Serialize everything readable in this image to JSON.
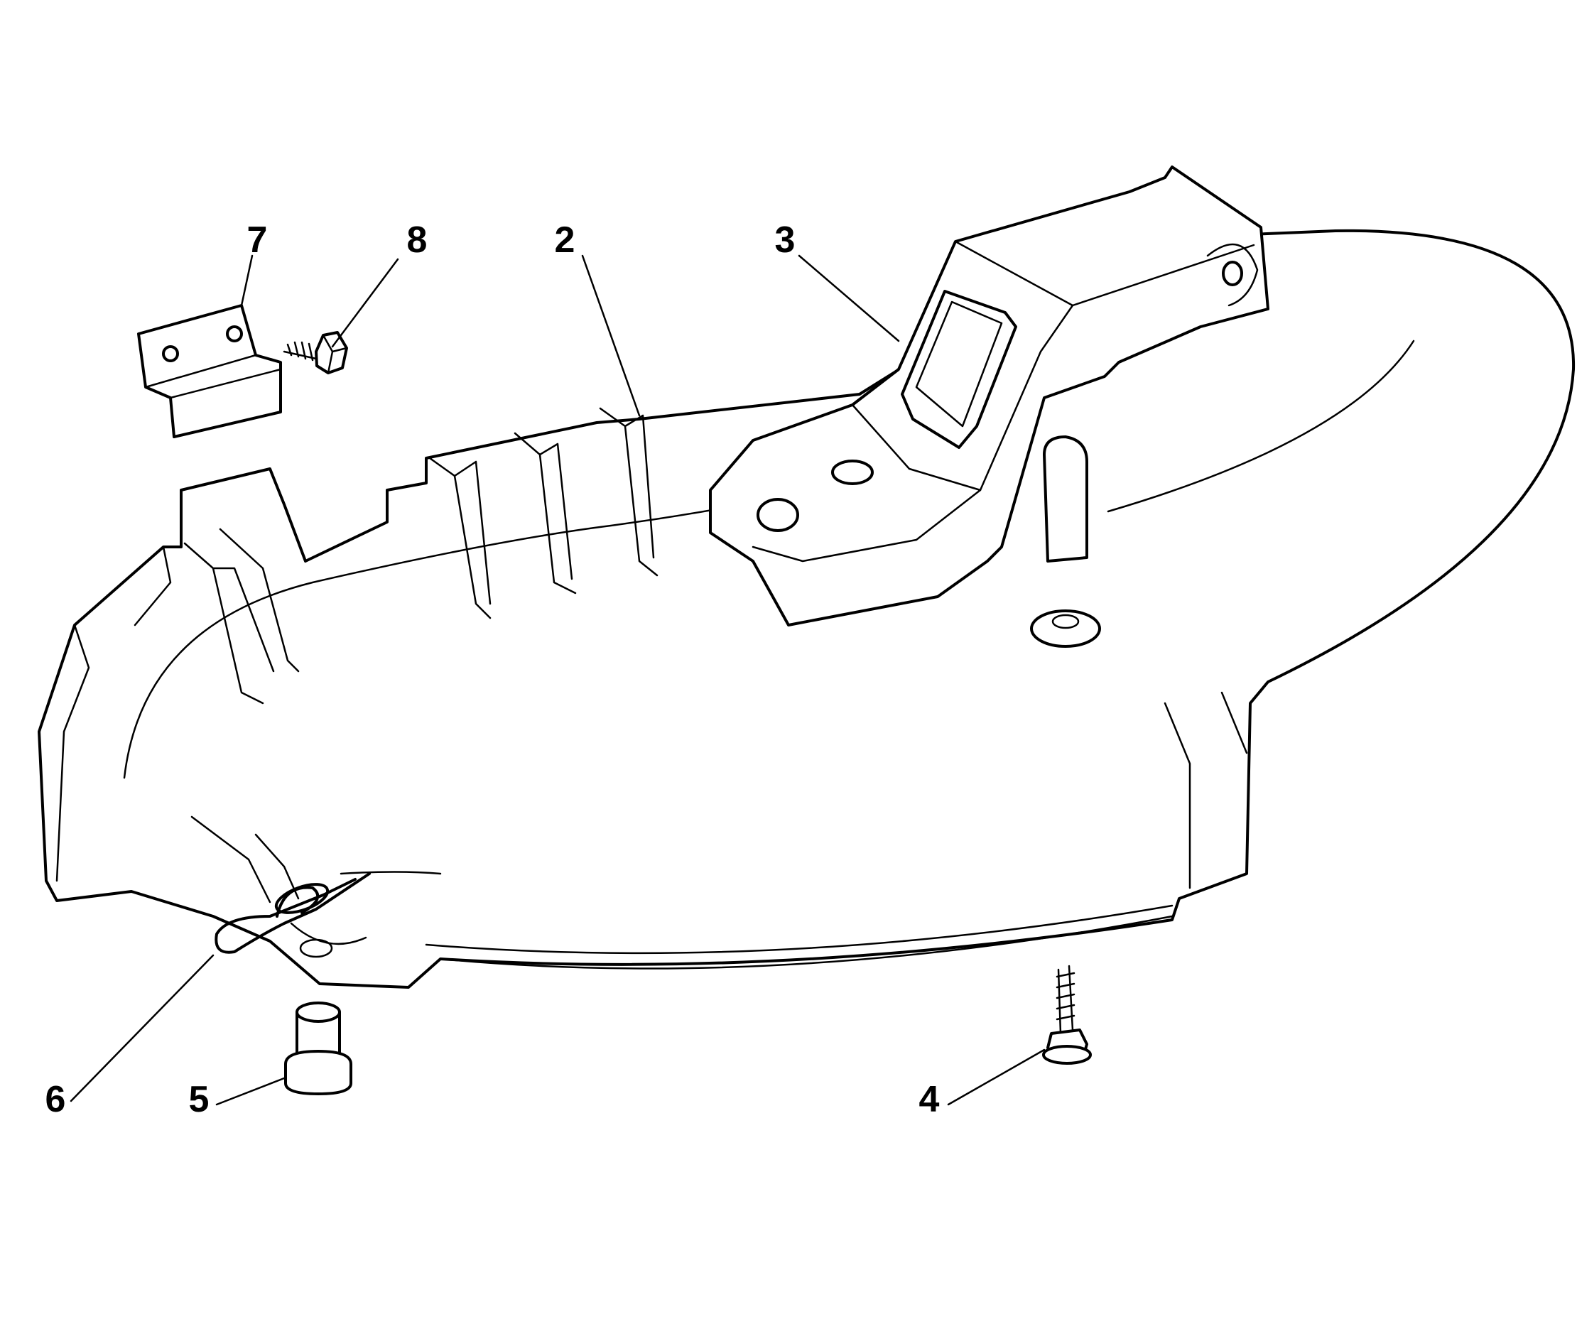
{
  "callouts": [
    {
      "id": "7",
      "label": "7"
    },
    {
      "id": "8",
      "label": "8"
    },
    {
      "id": "2",
      "label": "2"
    },
    {
      "id": "3",
      "label": "3"
    },
    {
      "id": "6",
      "label": "6"
    },
    {
      "id": "5",
      "label": "5"
    },
    {
      "id": "4",
      "label": "4"
    }
  ],
  "colors": {
    "line": "#000000",
    "background": "#ffffff"
  }
}
